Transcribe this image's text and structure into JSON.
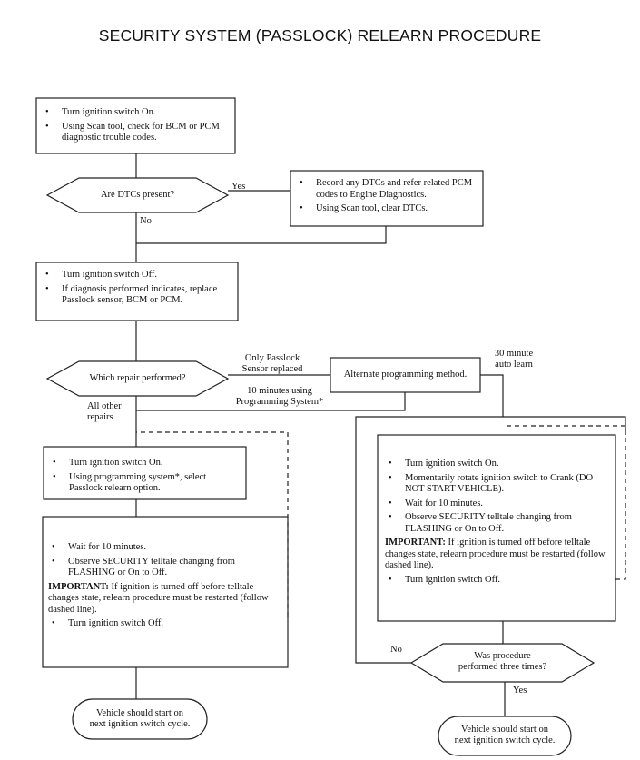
{
  "title": "SECURITY SYSTEM (PASSLOCK) RELEARN PROCEDURE",
  "box1": [
    "Turn ignition switch On.",
    "Using Scan tool, check for BCM or PCM diagnostic trouble codes."
  ],
  "decision1": "Are DTCs present?",
  "decision1_yes": "Yes",
  "decision1_no": "No",
  "box_dtc": [
    "Record any DTCs and refer related PCM codes to Engine Diagnostics.",
    "Using Scan tool, clear DTCs."
  ],
  "box2": [
    "Turn ignition switch Off.",
    "If diagnosis performed indicates, replace Passlock sensor, BCM or PCM."
  ],
  "decision2": "Which repair performed?",
  "branch_passlock": [
    "Only Passlock",
    "Sensor replaced"
  ],
  "branch_10min": [
    "10 minutes using",
    "Programming System*"
  ],
  "branch_other": [
    "All other",
    "repairs"
  ],
  "branch_30min": [
    "30 minute",
    "auto learn"
  ],
  "box_alt": "Alternate programming method.",
  "box_prog": [
    "Turn ignition switch On.",
    "Using programming system*, select Passlock relearn option."
  ],
  "box_wait_left": {
    "items_before": [
      "Wait for 10 minutes.",
      "Observe SECURITY telltale changing from FLASHING or On to Off."
    ],
    "important_label": "IMPORTANT:",
    "important_text": "If ignition is turned off before telltale changes state, relearn procedure must be restarted (follow dashed line).",
    "items_after": [
      "Turn ignition switch Off."
    ]
  },
  "box_right": {
    "items_before": [
      "Turn ignition switch On.",
      "Momentarily rotate ignition switch to Crank (DO NOT START VEHICLE).",
      "Wait for 10 minutes.",
      "Observe SECURITY telltale changing from FLASHING or On to Off."
    ],
    "important_label": "IMPORTANT:",
    "important_text": "If ignition is turned off before telltale changes state, relearn procedure must be restarted (follow dashed line).",
    "items_after": [
      "Turn ignition switch Off."
    ]
  },
  "decision3": [
    "Was procedure",
    "performed three times?"
  ],
  "decision3_no": "No",
  "decision3_yes": "Yes",
  "end_left": [
    "Vehicle should start on",
    "next ignition switch cycle."
  ],
  "end_right": [
    "Vehicle should start on",
    "next ignition switch cycle."
  ]
}
